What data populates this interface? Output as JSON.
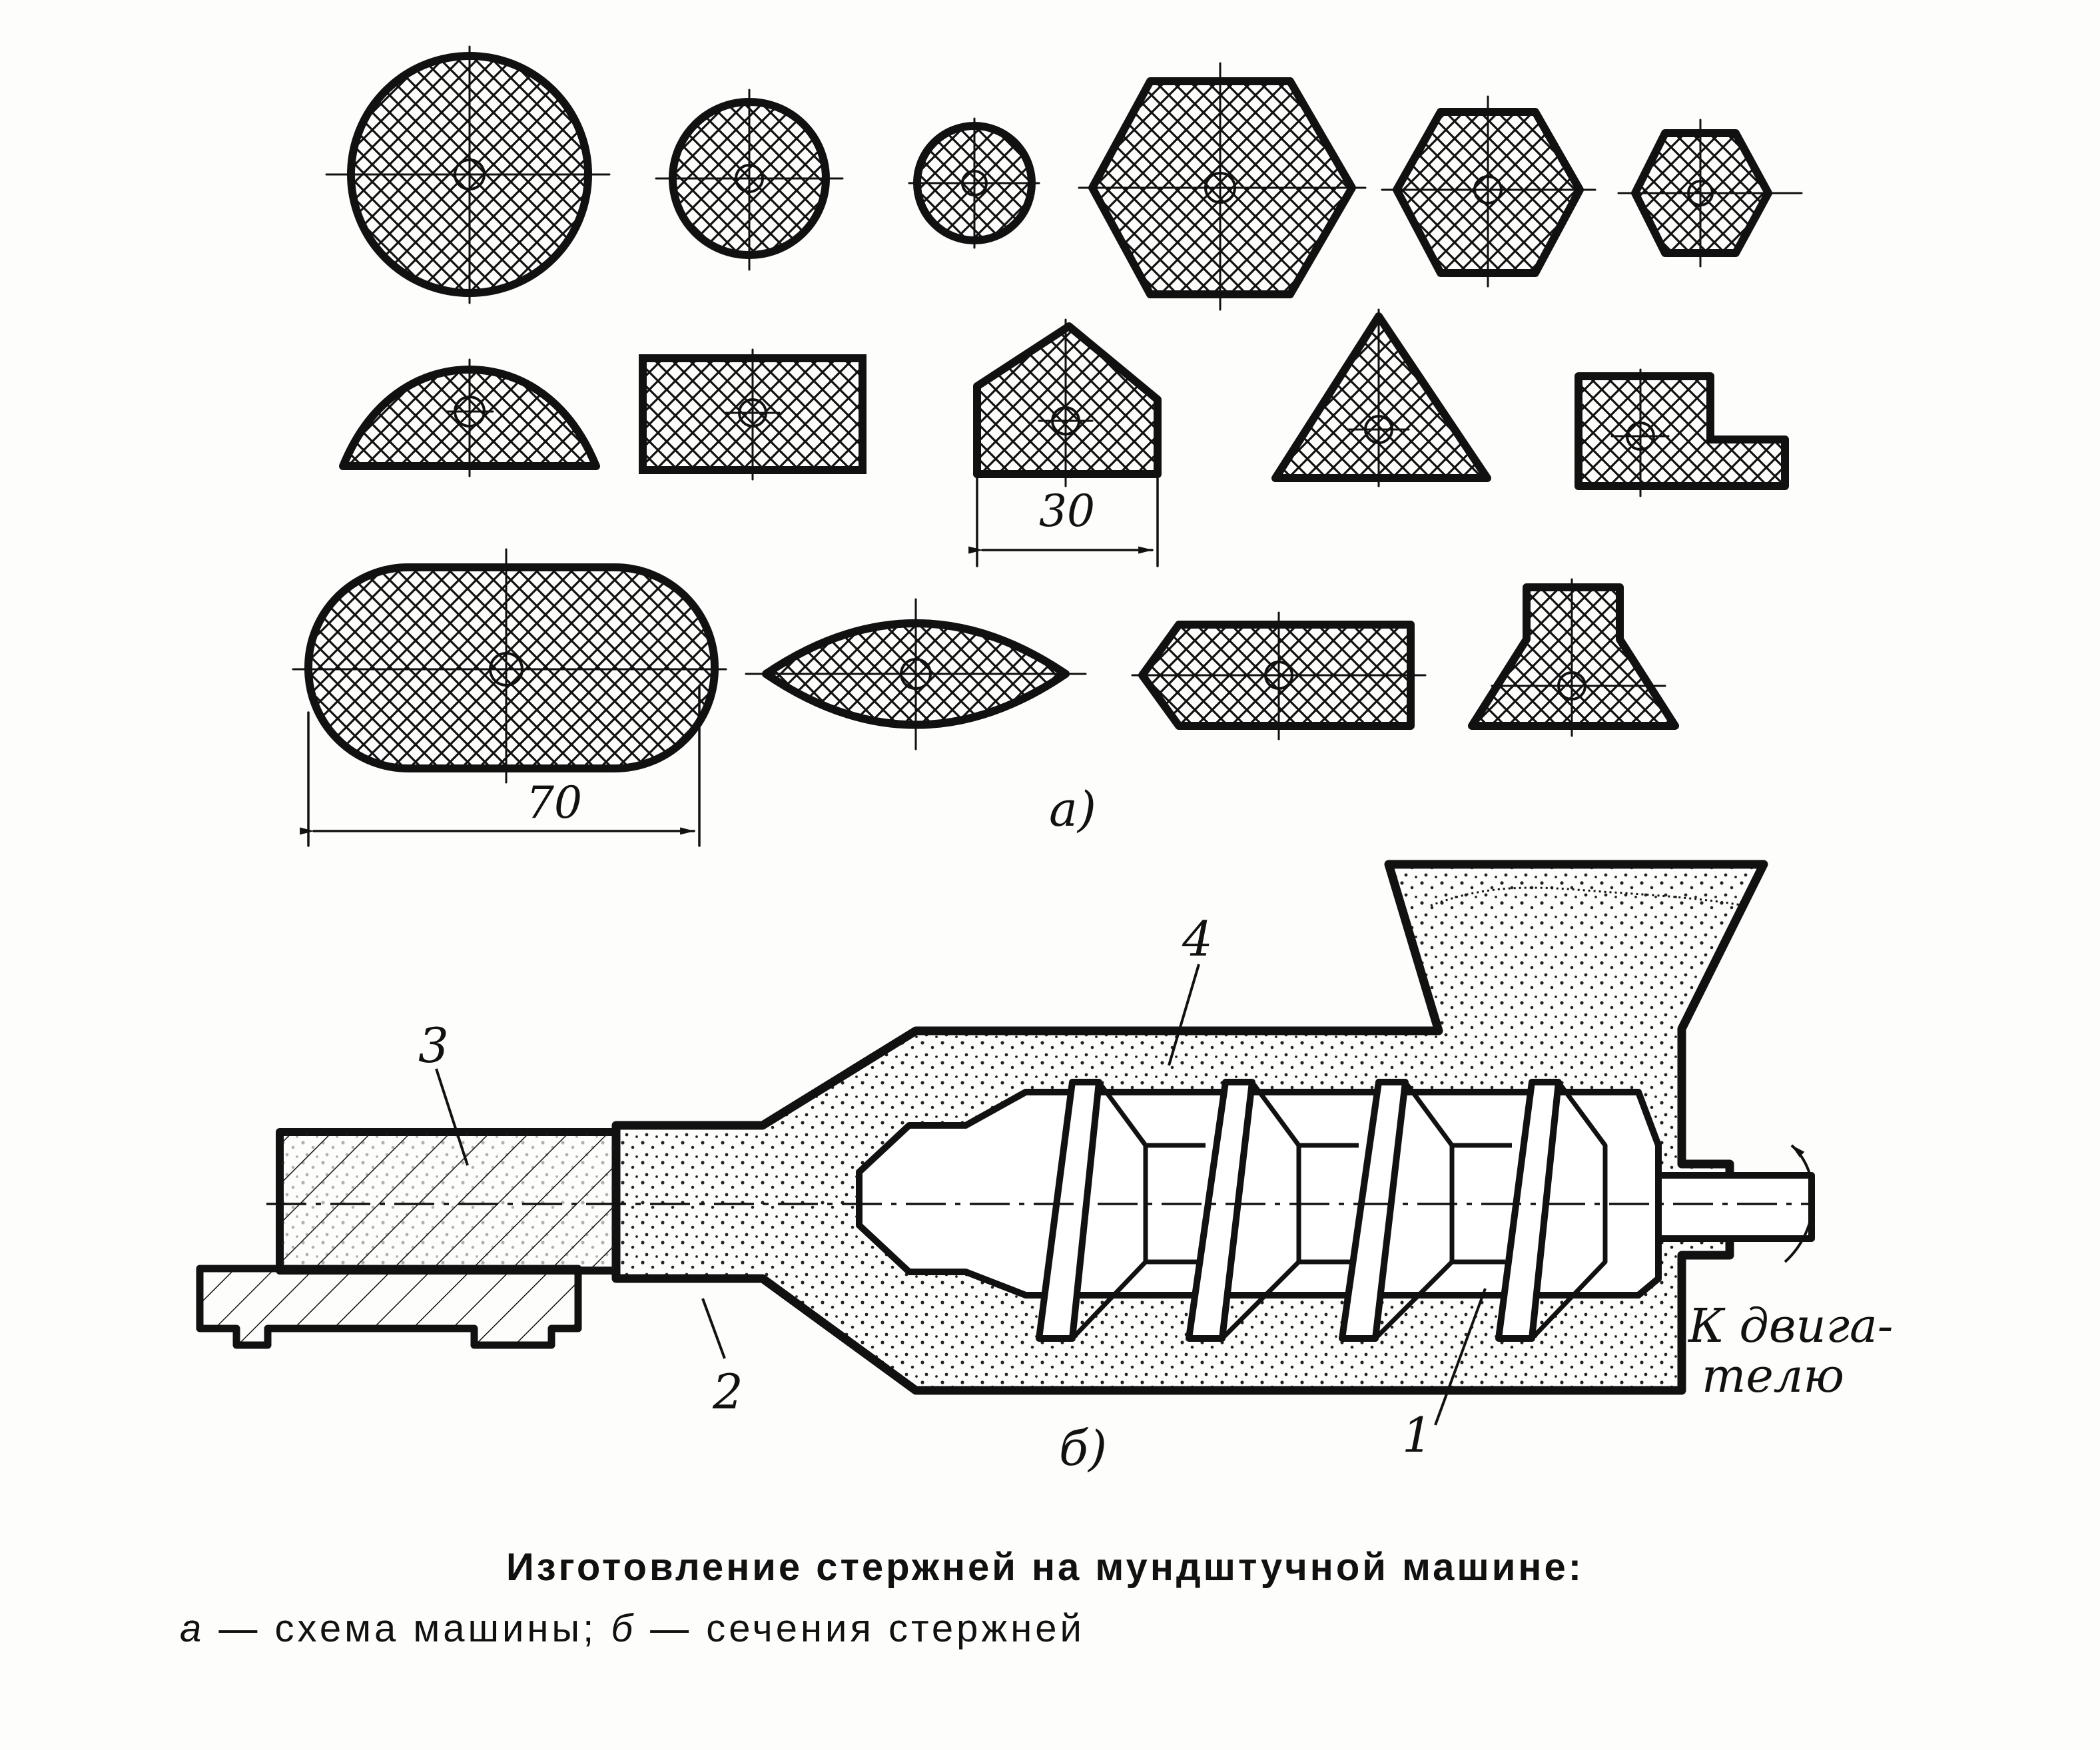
{
  "figure": {
    "part_a_label": "а)",
    "part_b_label": "б)",
    "dimension_30": "30",
    "dimension_70": "70",
    "callouts": {
      "screw": "1",
      "mouthpiece": "2",
      "core": "3",
      "body": "4"
    },
    "motor_label_line1": "К двига-",
    "motor_label_line2": "телю"
  },
  "caption": {
    "line1": "Изготовление стержней на мундштучной машине:",
    "line2_a_letter": "а",
    "line2_a_text": " — схема машины; ",
    "line2_b_letter": "б",
    "line2_b_text": " — сечения стержней"
  },
  "colors": {
    "ink": "#111111",
    "paper": "#fdfdfc"
  }
}
